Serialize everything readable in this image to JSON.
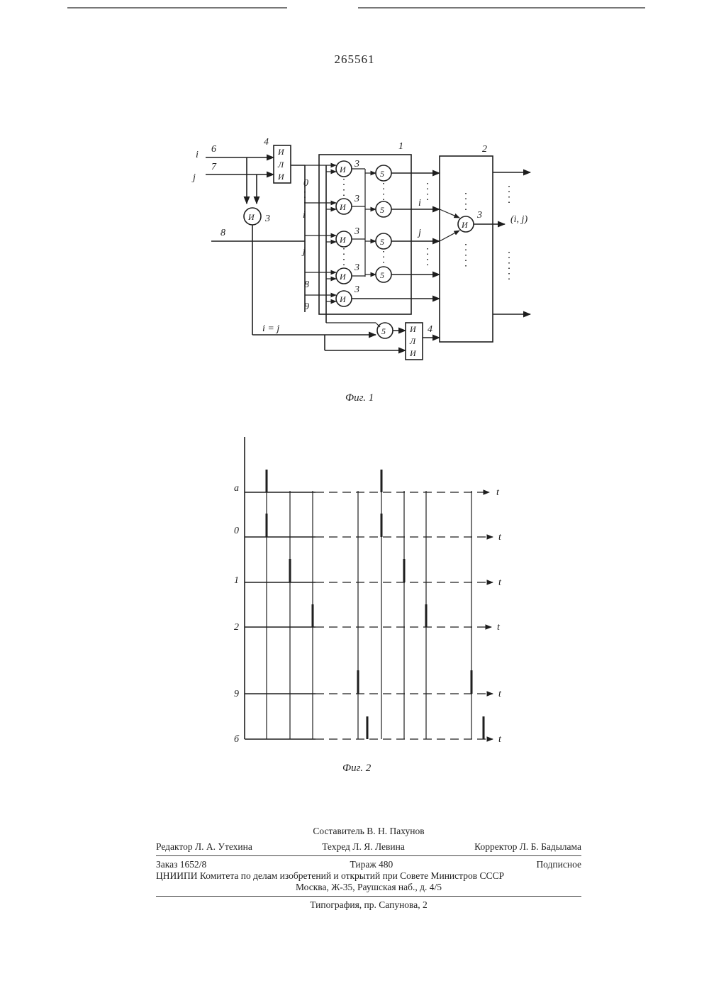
{
  "header": {
    "patent_number": "265561"
  },
  "figure1": {
    "caption": "Фиг. 1",
    "inputs": {
      "i": "i",
      "j": "j",
      "line6": "6",
      "line7": "7",
      "line8": "8"
    },
    "gates": {
      "or": [
        "И",
        "Л",
        "И"
      ],
      "and": "И",
      "five": "5"
    },
    "labels": {
      "n1": "1",
      "n2": "2",
      "n3": "3",
      "n4": "4",
      "row0": "0",
      "rowi": "i",
      "rowj": "j",
      "row8": "8",
      "row9": "9",
      "i_eq_j": "i = j",
      "out_i": "i",
      "out_j": "j",
      "out_ij": "(i, j)"
    }
  },
  "figure2": {
    "caption": "Фиг. 2",
    "axis_symbol": "t",
    "rows": [
      {
        "label": "a"
      },
      {
        "label": "0"
      },
      {
        "label": "1"
      },
      {
        "label": "2"
      },
      {
        "label": "9"
      },
      {
        "label": "б"
      }
    ]
  },
  "imprint": {
    "compiler": "Составитель В. Н. Пахунов",
    "editor": "Редактор Л. А. Утехина",
    "techred": "Техред Л. Я. Левина",
    "corrector": "Корректор Л. Б. Бадылама",
    "order": "Заказ 1652/8",
    "circulation": "Тираж 480",
    "subscription": "Подписное",
    "institute": "ЦНИИПИ Комитета по делам изобретений и открытий при Совете Министров СССР",
    "address": "Москва, Ж-35, Раушская наб., д. 4/5",
    "printing": "Типография, пр. Сапунова, 2"
  }
}
